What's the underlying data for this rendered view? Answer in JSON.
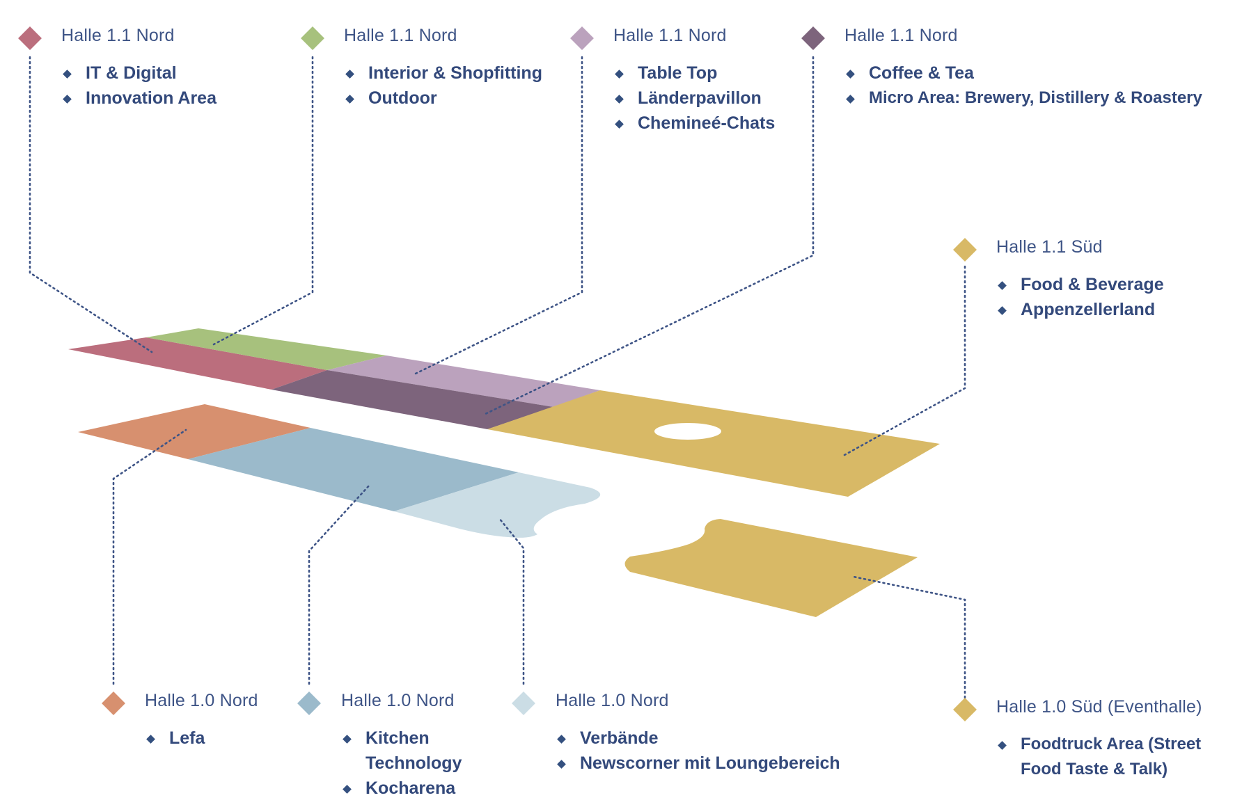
{
  "colors": {
    "pink": "#bb6e7d",
    "green": "#a7c17d",
    "lilac": "#bba2bd",
    "plum": "#7d647c",
    "gold": "#d8b966",
    "orange": "#d7906f",
    "blue": "#9bbacb",
    "lightblue": "#cbdde5",
    "text": "#33497b"
  },
  "legends": [
    {
      "id": "pink",
      "hall": "Halle 1.1 Nord",
      "items": [
        "IT & Digital",
        "Innovation Area"
      ]
    },
    {
      "id": "green",
      "hall": "Halle 1.1 Nord",
      "items": [
        "Interior & Shopfitting",
        "Outdoor"
      ]
    },
    {
      "id": "lilac",
      "hall": "Halle 1.1 Nord",
      "items": [
        "Table Top",
        "Länderpavillon",
        "Chemineé-Chats"
      ]
    },
    {
      "id": "plum",
      "hall": "Halle 1.1 Nord",
      "items": [
        "Coffee & Tea",
        "Micro Area: Brewery, Distillery & Roastery"
      ]
    },
    {
      "id": "gold-sud",
      "hall": "Halle 1.1 Süd",
      "items": [
        "Food & Beverage",
        "Appenzellerland"
      ]
    },
    {
      "id": "orange",
      "hall": "Halle 1.0 Nord",
      "items": [
        "Lefa"
      ]
    },
    {
      "id": "blue",
      "hall": "Halle 1.0 Nord",
      "items": [
        "Kitchen Technology",
        "Kocharena"
      ]
    },
    {
      "id": "lightblue",
      "hall": "Halle 1.0 Nord",
      "items": [
        "Verbände",
        "Newscorner mit Loungebereich"
      ]
    },
    {
      "id": "gold-event",
      "hall": "Halle 1.0 Süd (Eventhalle)",
      "items": [
        "Foodtruck Area (Street Food Taste & Talk)"
      ]
    }
  ]
}
